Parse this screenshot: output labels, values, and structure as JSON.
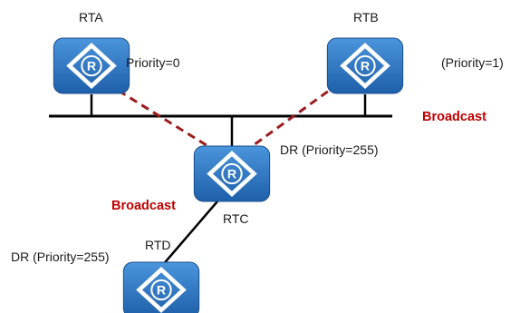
{
  "routers": {
    "rta": {
      "name": "RTA",
      "note": "Priority=0"
    },
    "rtb": {
      "name": "RTB",
      "note": "(Priority=1)"
    },
    "rtc": {
      "name": "RTC",
      "note": "DR (Priority=255)"
    },
    "rtd": {
      "name": "RTD",
      "note": "DR (Priority=255)"
    }
  },
  "router_glyph": "R",
  "networks": {
    "broadcast_top": "Broadcast",
    "broadcast_mid": "Broadcast"
  },
  "colors": {
    "router_fill_top": "#4a95dc",
    "router_fill_bottom": "#1f5faa",
    "adjacency_dash": "#9b1c1c",
    "broadcast_text": "#c00000",
    "link": "#000000"
  },
  "icons": {
    "router": "router-icon",
    "adjacency": "dashed-adjacency-line"
  }
}
